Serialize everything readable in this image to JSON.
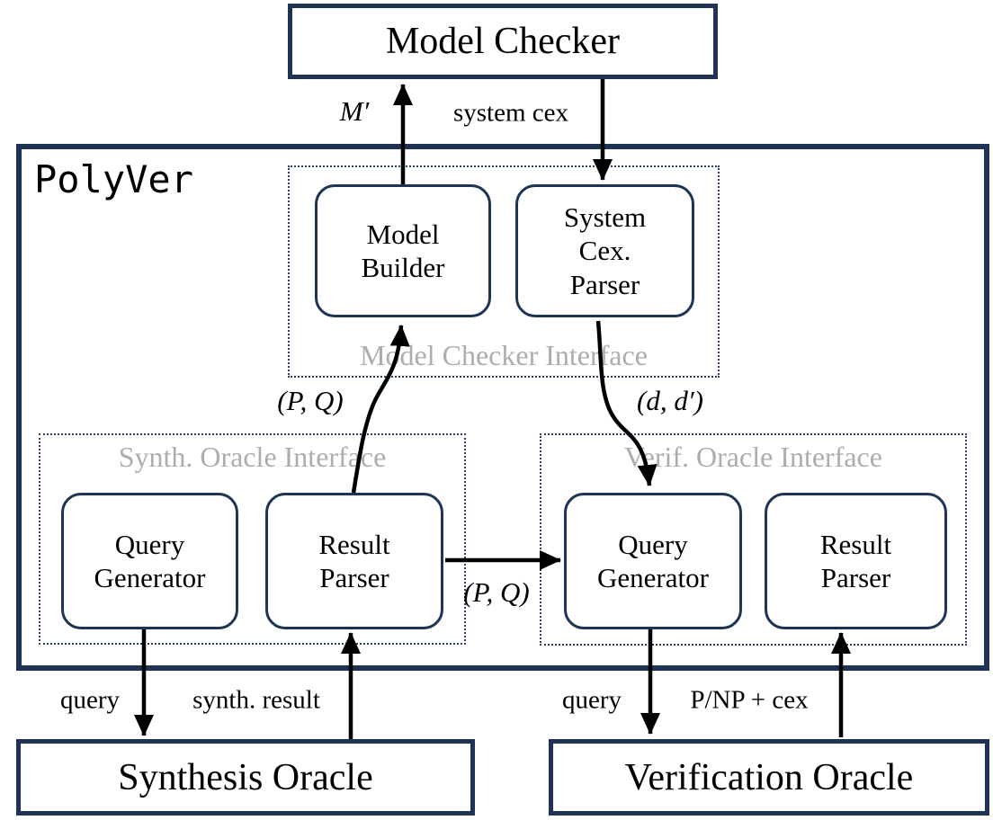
{
  "title": "PolyVer",
  "colors": {
    "border_navy": "#1f3355",
    "dotted_navy": "#2e4066",
    "interface_label_gray": "#adadad",
    "arrow_black": "#000000"
  },
  "nodes": {
    "model_checker": "Model Checker",
    "synthesis_oracle": "Synthesis Oracle",
    "verification_oracle": "Verification Oracle",
    "model_builder": [
      "Model",
      "Builder"
    ],
    "system_cex_parser": [
      "System",
      "Cex.",
      "Parser"
    ],
    "query_generator_synth": [
      "Query",
      "Generator"
    ],
    "result_parser_synth": [
      "Result",
      "Parser"
    ],
    "query_generator_verif": [
      "Query",
      "Generator"
    ],
    "result_parser_verif": [
      "Result",
      "Parser"
    ]
  },
  "groups": {
    "model_checker_interface": "Model Checker Interface",
    "synth_oracle_interface": "Synth. Oracle Interface",
    "verif_oracle_interface": "Verif. Oracle Interface"
  },
  "edges": {
    "m_prime": "M′",
    "system_cex": "system cex",
    "pq_to_builder": "(P, Q)",
    "dd_to_query": "(d, d′)",
    "pq_to_verif": "(P, Q)",
    "query_synth": "query",
    "synth_result": "synth. result",
    "query_verif": "query",
    "pnp_cex": "P/NP + cex"
  }
}
